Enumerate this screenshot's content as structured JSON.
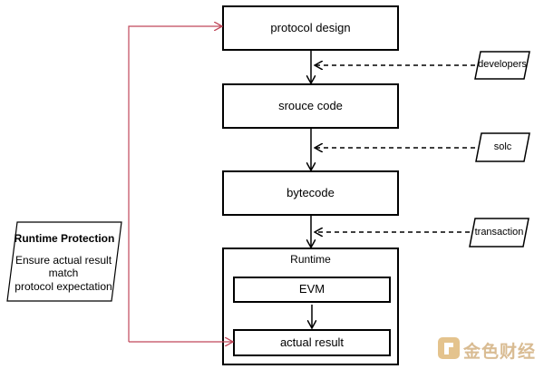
{
  "nodes": {
    "protocol_design": "protocol design",
    "source_code": "srouce code",
    "bytecode": "bytecode",
    "runtime": "Runtime",
    "evm": "EVM",
    "actual_result": "actual result"
  },
  "inputs": {
    "developers": "developers",
    "solc": "solc",
    "transaction": "transaction"
  },
  "side_note": {
    "title": "Runtime Protection",
    "line1": "Ensure actual result",
    "line2": "match",
    "line3": "protocol expectation"
  },
  "watermark": {
    "text": "金色财经"
  },
  "colors": {
    "feedback_line": "#c0485a",
    "stroke": "#000000",
    "watermark": "#c9a066"
  }
}
